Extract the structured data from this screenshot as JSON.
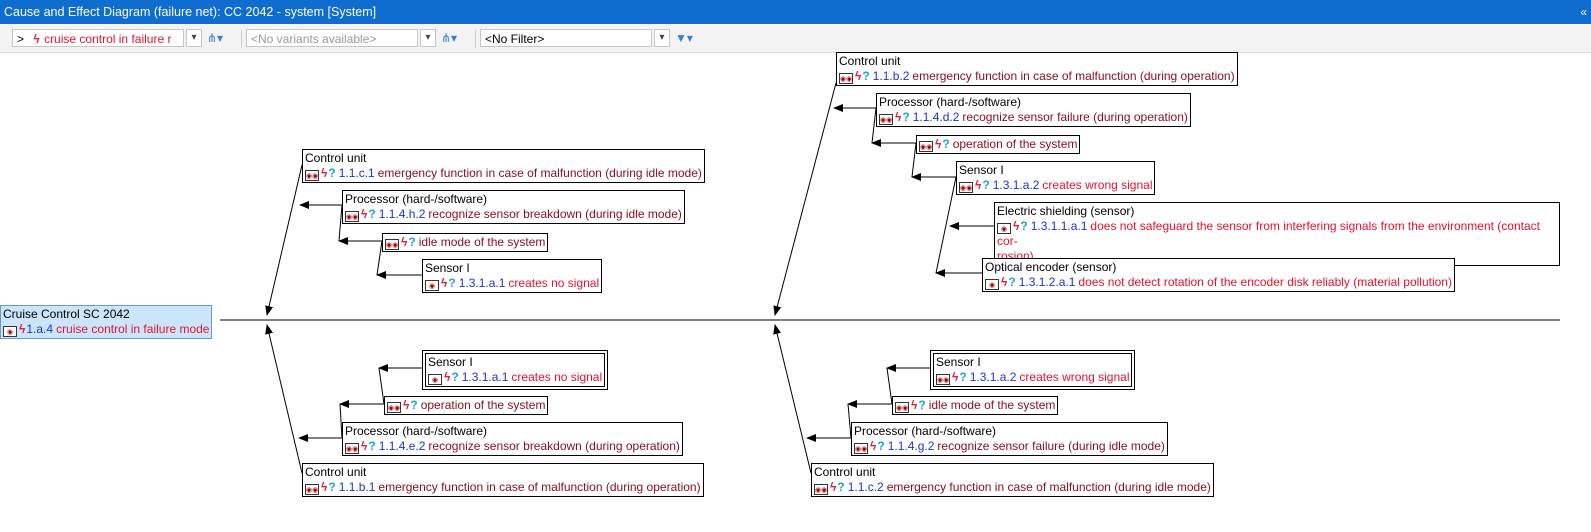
{
  "window": {
    "title": "Cause and Effect Diagram (failure net): CC 2042 - system [System]",
    "collapse_glyph": "«"
  },
  "toolbar": {
    "failure_prefix": ">",
    "failure_label": "cruise control in failure r",
    "variants_placeholder": "<No variants available>",
    "filter_label": "<No Filter>"
  },
  "icons": {
    "failure": "lightning-icon",
    "question": "question-icon",
    "function": "function-icon",
    "component": "component-icon",
    "filter": "funnel-icon",
    "tree": "tree-icon"
  },
  "colors": {
    "titlebar": "#0f6dd0",
    "failure_text": "#e2132e",
    "function_text": "#8a1020",
    "id_text": "#1a33d6",
    "root_bg": "#cbe6fa"
  },
  "nodes": {
    "root": {
      "component": "Cruise Control SC 2042",
      "id": "1.a.4",
      "text": "cruise control in failure mode"
    },
    "l_cu": {
      "component": "Control unit",
      "id": "1.1.c.1",
      "text": "emergency function in case of malfunction (during idle mode)"
    },
    "l_proc": {
      "component": "Processor (hard-/software)",
      "id": "1.1.4.h.2",
      "text": "recognize sensor breakdown (during idle mode)"
    },
    "l_idle": {
      "text": "idle mode of the system"
    },
    "l_sensor": {
      "component": "Sensor I",
      "id": "1.3.1.a.1",
      "text": "creates no signal"
    },
    "r_cu": {
      "component": "Control unit",
      "id": "1.1.b.2",
      "text": "emergency function in case of malfunction (during operation)"
    },
    "r_proc": {
      "component": "Processor (hard-/software)",
      "id": "1.1.4.d.2",
      "text": "recognize sensor failure (during operation)"
    },
    "r_op": {
      "text": "operation of the system"
    },
    "r_sensor": {
      "component": "Sensor I",
      "id": "1.3.1.a.2",
      "text": "creates wrong signal"
    },
    "r_shield": {
      "component": "Electric shielding (sensor)",
      "id": "1.3.1.1.a.1",
      "text": "does not safeguard the sensor from interfering signals from the environment (contact cor-",
      "text2": "rosion)"
    },
    "r_enc": {
      "component": "Optical encoder (sensor)",
      "id": "1.3.1.2.a.1",
      "text": "does not detect rotation of the encoder disk reliably (material pollution)"
    },
    "bl_sensor": {
      "component": "Sensor I",
      "id": "1.3.1.a.1",
      "text": "creates no signal"
    },
    "bl_op": {
      "text": "operation of the system"
    },
    "bl_proc": {
      "component": "Processor (hard-/software)",
      "id": "1.1.4.e.2",
      "text": "recognize sensor breakdown (during operation)"
    },
    "bl_cu": {
      "component": "Control unit",
      "id": "1.1.b.1",
      "text": "emergency function in case of malfunction (during operation)"
    },
    "br_sensor": {
      "component": "Sensor I",
      "id": "1.3.1.a.2",
      "text": "creates wrong signal"
    },
    "br_idle": {
      "text": "idle mode of the system"
    },
    "br_proc": {
      "component": "Processor (hard-/software)",
      "id": "1.1.4.g.2",
      "text": "recognize sensor failure (during idle mode)"
    },
    "br_cu": {
      "component": "Control unit",
      "id": "1.1.c.2",
      "text": "emergency function in case of malfunction (during idle mode)"
    }
  }
}
